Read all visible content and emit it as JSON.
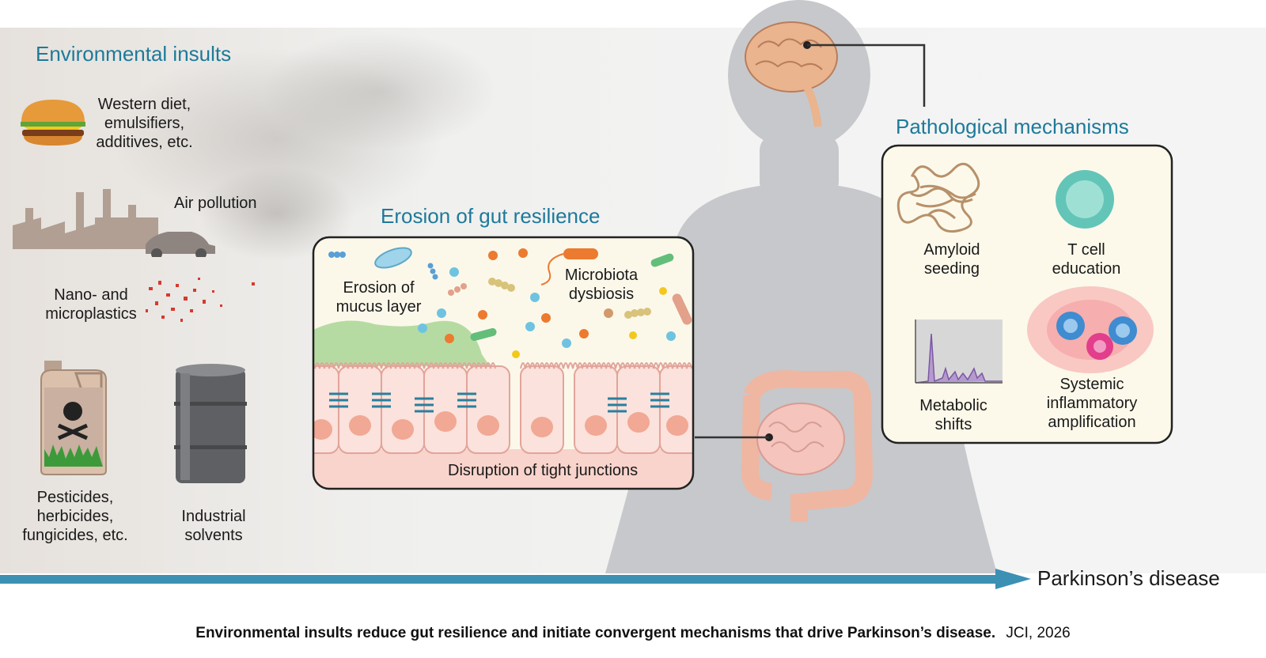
{
  "environmental": {
    "title": "Environmental insults",
    "diet_label": "Western diet,\nemulsifiers,\nadditives, etc.",
    "pollution_label": "Air pollution",
    "plastics_label": "Nano- and\nmicroplastics",
    "pesticides_label": "Pesticides,\nherbicides,\nfungicides, etc.",
    "solvents_label": "Industrial\nsolvents"
  },
  "gut": {
    "title": "Erosion of gut resilience",
    "mucus_label": "Erosion of\nmucus layer",
    "dysbiosis_label": "Microbiota\ndysbiosis",
    "junctions_label": "Disruption of tight junctions"
  },
  "pathological": {
    "title": "Pathological mechanisms",
    "amyloid_label": "Amyloid\nseeding",
    "tcell_label": "T cell\neducation",
    "metabolic_label": "Metabolic\nshifts",
    "systemic_label": "Systemic\ninflammatory\namplification"
  },
  "arrow": {
    "label": "Parkinson’s disease"
  },
  "caption": {
    "main": "Environmental insults reduce gut resilience and initiate convergent mechanisms that drive Parkinson’s disease.",
    "source": "JCI, 2026"
  },
  "colors": {
    "title_teal": "#1d7a9a",
    "arrow_blue": "#3b90b4",
    "silhouette": "#c7c8cb",
    "brain": "#e9b48e",
    "gut_pink": "#f2c3b6"
  }
}
